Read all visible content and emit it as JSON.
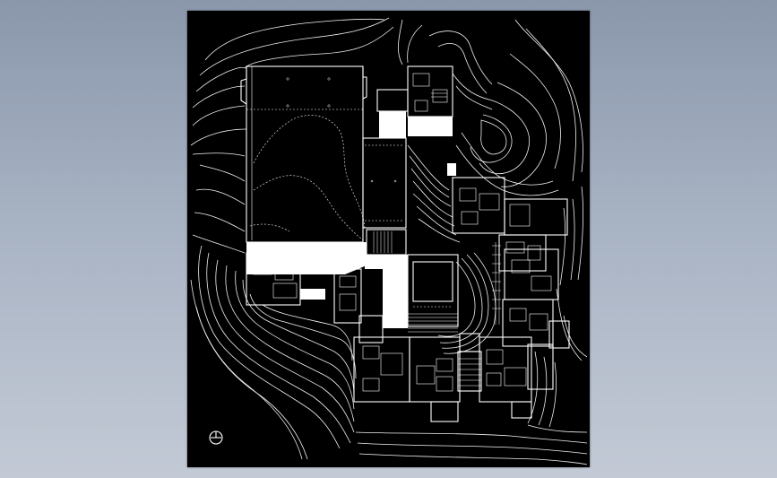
{
  "viewer": {
    "background_top": "#8a97ab",
    "background_bottom": "#c3cad6",
    "sheet_color": "#000000",
    "line_color": "#ffffff"
  },
  "drawing": {
    "subject": "site-plan",
    "elements": [
      "terrain-contours",
      "building-outline",
      "courtyard",
      "staircases",
      "north-arrow"
    ]
  }
}
